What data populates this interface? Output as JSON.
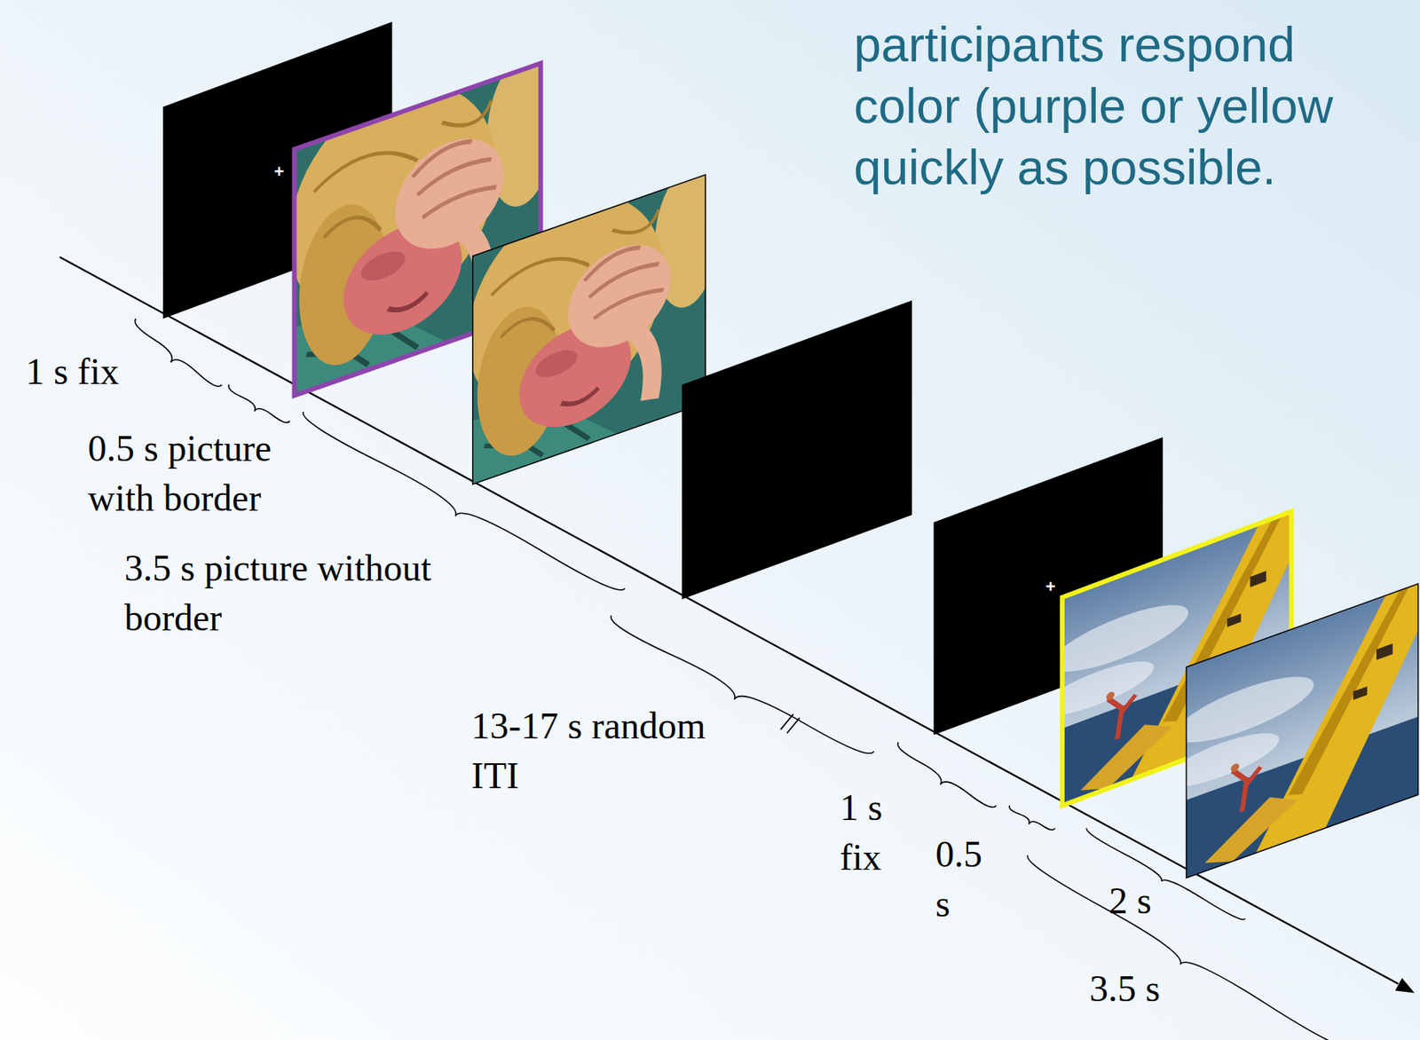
{
  "diagram": {
    "labels": [
      "participants respond color (purple or yellow quickly as possible.",
      "+",
      "1 s fix",
      "0.5 s picture with border",
      "3.5 s picture without border",
      "13-17 s random ITI",
      "+",
      "1 s fix",
      "0.5 s",
      "2 s",
      "3.5 s"
    ]
  }
}
